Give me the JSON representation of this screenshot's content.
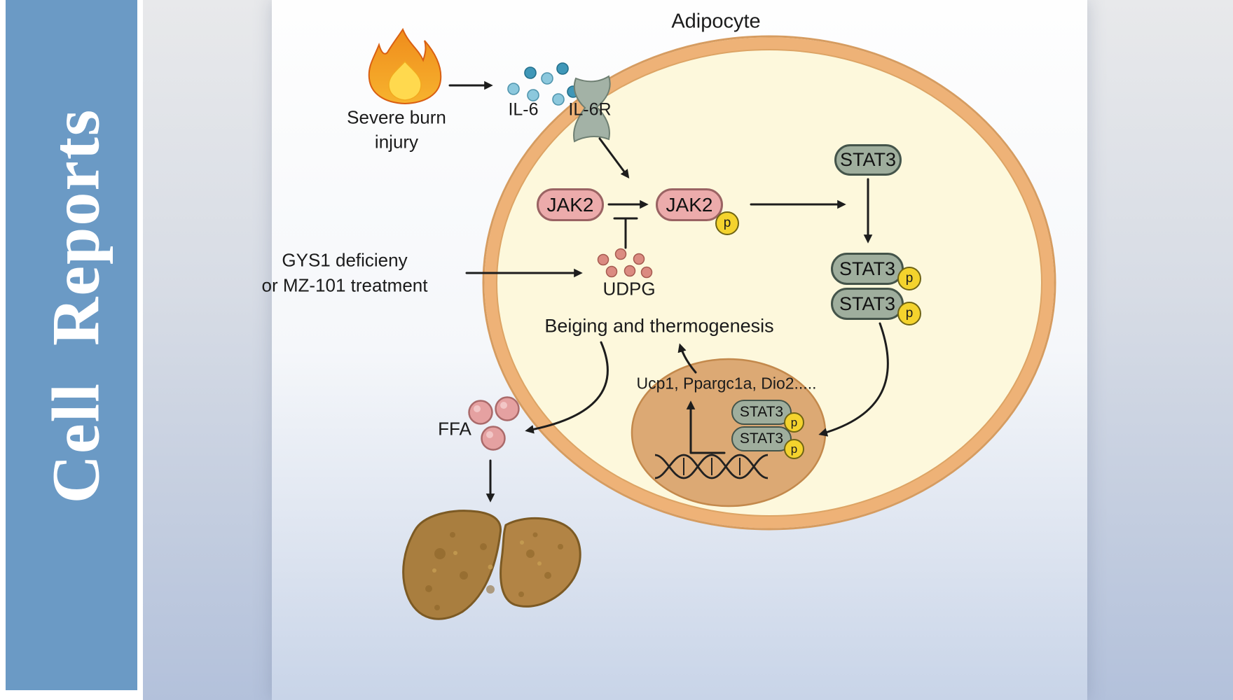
{
  "journal": {
    "title": "Cell  Reports",
    "accent_color": "#6b9ac5"
  },
  "figure": {
    "cell_title": "Adipocyte",
    "labels": {
      "burn_line1": "Severe burn",
      "burn_line2": "injury",
      "il6": "IL-6",
      "il6r": "IL-6R",
      "jak2": "JAK2",
      "stat3": "STAT3",
      "phospho": "p",
      "gys1_line1": "GYS1 deficieny",
      "gys1_line2": "or MZ-101 treatment",
      "udpg": "UDPG",
      "beiging": "Beiging and thermogenesis",
      "target_genes": "Ucp1, Ppargc1a, Dio2.....",
      "ffa": "FFA"
    },
    "colors": {
      "membrane": "#eeb277",
      "cytoplasm": "#fdf8dc",
      "nucleus": "#dca974",
      "jak2_fill": "#ecabab",
      "stat3_fill": "#9fae9d",
      "phospho_fill": "#f4d32d",
      "il6_light": "#8cc8dd",
      "il6_dark": "#3f97b8",
      "udpg_dot": "#db8b81",
      "ffa_dot": "#e5a1a1",
      "liver_brown": "#a97e3f"
    }
  }
}
